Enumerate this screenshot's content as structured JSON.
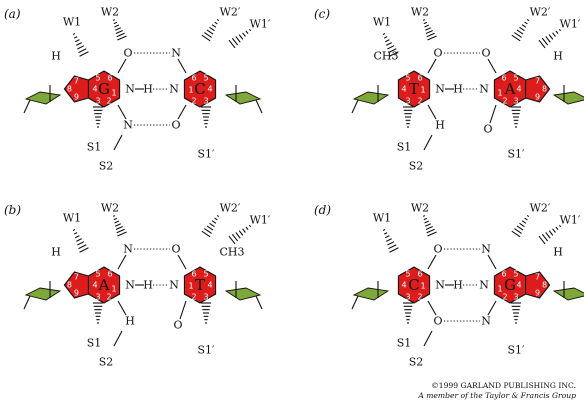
{
  "colors": {
    "ring_fill": "#dd1c1c",
    "ring_stroke": "#111111",
    "sugar": "#7fa83a"
  },
  "panels": [
    {
      "letter": "(a)",
      "left_base": "G",
      "right_base": "C",
      "left_nums": [
        "1",
        "2",
        "3",
        "4",
        "5",
        "6",
        "7",
        "8",
        "9"
      ],
      "right_nums": [
        "1",
        "2",
        "3",
        "4",
        "5",
        "6"
      ],
      "labels": {
        "w1": "W1",
        "w2": "W2",
        "w2p": "W2′",
        "w1p": "W1′",
        "s1": "S1",
        "s2": "S2",
        "s1p": "S1′",
        "O": "O",
        "N": "N",
        "H": "H"
      }
    },
    {
      "letter": "(b)",
      "left_base": "A",
      "right_base": "T",
      "left_nums": [
        "1",
        "2",
        "3",
        "4",
        "5",
        "6",
        "7",
        "8",
        "9"
      ],
      "right_nums": [
        "1",
        "2",
        "3",
        "4",
        "5",
        "6"
      ],
      "labels": {
        "w1": "W1",
        "w2": "W2",
        "w2p": "W2′",
        "w1p": "W1′",
        "s1": "S1",
        "s2": "S2",
        "s1p": "S1′",
        "O": "O",
        "N": "N",
        "H": "H",
        "ch3": "CH3"
      }
    },
    {
      "letter": "(c)",
      "left_base": "T",
      "right_base": "A",
      "left_nums": [
        "1",
        "2",
        "3",
        "4",
        "5",
        "6"
      ],
      "right_nums": [
        "1",
        "2",
        "3",
        "4",
        "5",
        "6",
        "7",
        "8",
        "9"
      ],
      "labels": {
        "w1": "W1",
        "w2": "W2",
        "w2p": "W2′",
        "w1p": "W1′",
        "s1": "S1",
        "s2": "S2",
        "s1p": "S1′",
        "O": "O",
        "N": "N",
        "H": "H",
        "ch3": "CH3"
      }
    },
    {
      "letter": "(d)",
      "left_base": "C",
      "right_base": "G",
      "left_nums": [
        "1",
        "2",
        "3",
        "4",
        "5",
        "6"
      ],
      "right_nums": [
        "1",
        "2",
        "3",
        "4",
        "5",
        "6",
        "7",
        "8",
        "9"
      ],
      "labels": {
        "w1": "W1",
        "w2": "W2",
        "w2p": "W2′",
        "w1p": "W1′",
        "s1": "S1",
        "s2": "S2",
        "s1p": "S1′",
        "O": "O",
        "N": "N",
        "H": "H"
      }
    }
  ],
  "copyright": {
    "line1": "©1999 GARLAND PUBLISHING INC.",
    "line2": "A member of the Taylor & Francis Group"
  }
}
